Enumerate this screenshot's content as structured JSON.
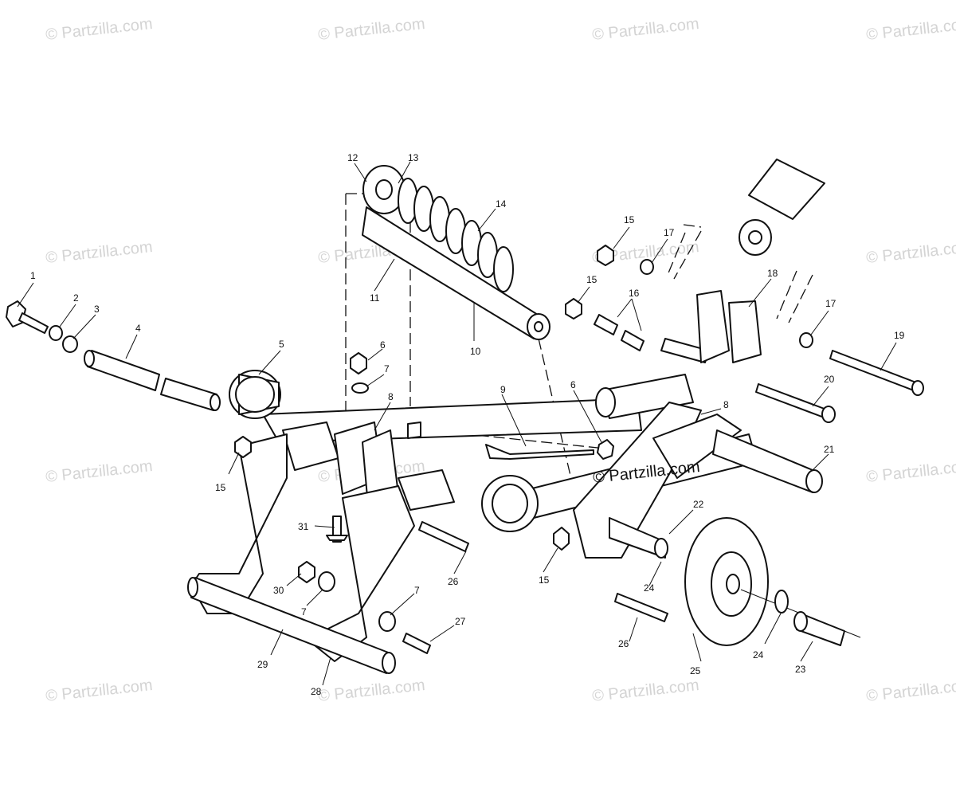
{
  "watermark_text": "© Partzilla.com",
  "center_watermark_text": "© Partzilla.com",
  "callouts": [
    {
      "label": "1"
    },
    {
      "label": "2"
    },
    {
      "label": "3"
    },
    {
      "label": "4"
    },
    {
      "label": "5"
    },
    {
      "label": "6"
    },
    {
      "label": "7"
    },
    {
      "label": "8"
    },
    {
      "label": "9"
    },
    {
      "label": "10"
    },
    {
      "label": "11"
    },
    {
      "label": "12"
    },
    {
      "label": "13"
    },
    {
      "label": "14"
    },
    {
      "label": "15"
    },
    {
      "label": "15"
    },
    {
      "label": "16"
    },
    {
      "label": "17"
    },
    {
      "label": "18"
    },
    {
      "label": "15"
    },
    {
      "label": "17"
    },
    {
      "label": "19"
    },
    {
      "label": "20"
    },
    {
      "label": "6"
    },
    {
      "label": "8"
    },
    {
      "label": "21"
    },
    {
      "label": "22"
    },
    {
      "label": "15"
    },
    {
      "label": "26"
    },
    {
      "label": "24"
    },
    {
      "label": "26"
    },
    {
      "label": "25"
    },
    {
      "label": "24"
    },
    {
      "label": "23"
    },
    {
      "label": "31"
    },
    {
      "label": "30"
    },
    {
      "label": "7"
    },
    {
      "label": "7"
    },
    {
      "label": "27"
    },
    {
      "label": "29"
    },
    {
      "label": "28"
    }
  ]
}
